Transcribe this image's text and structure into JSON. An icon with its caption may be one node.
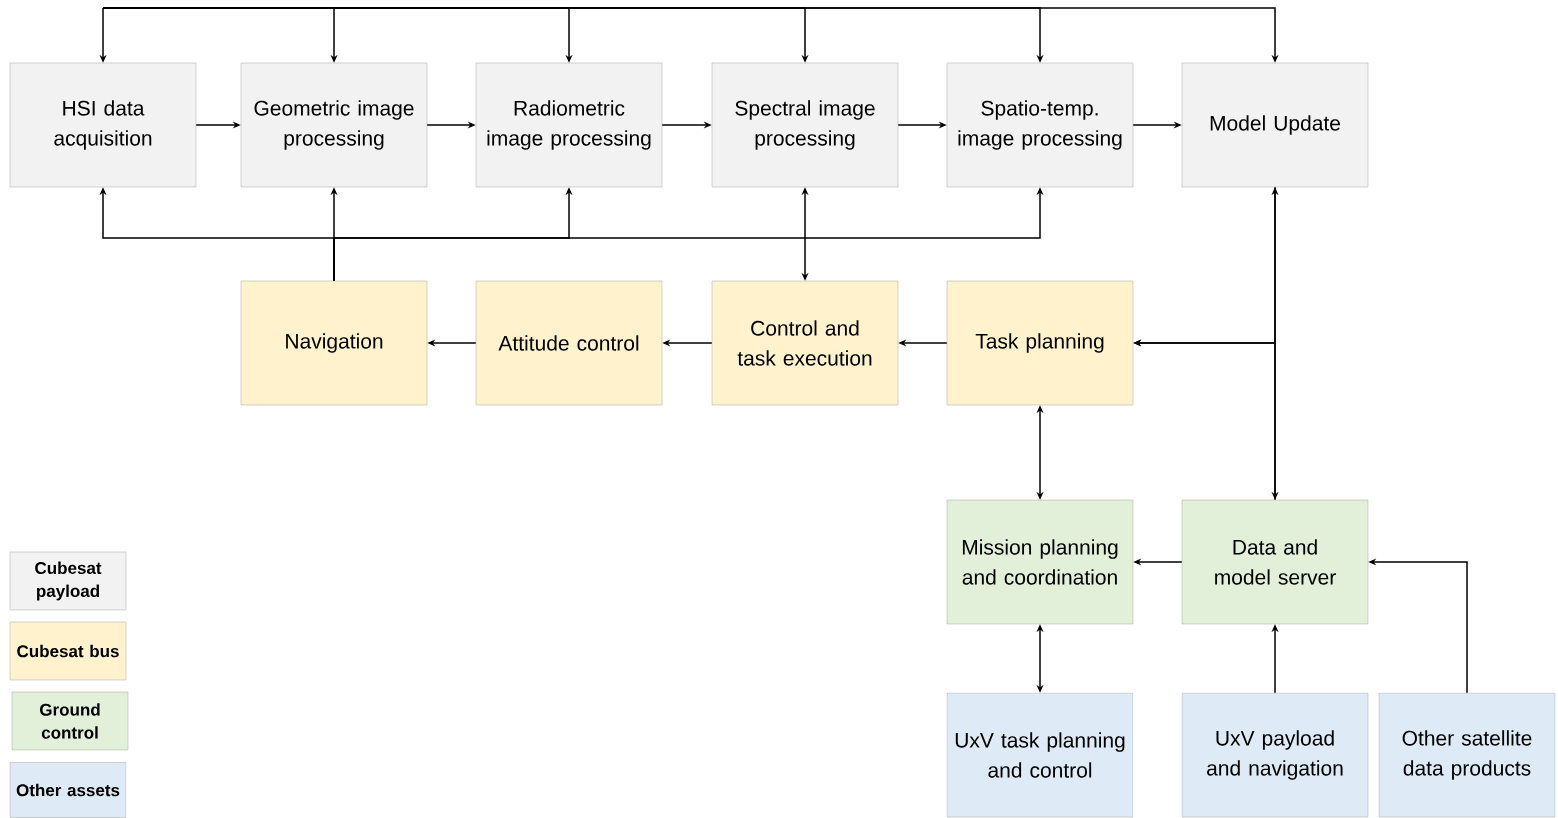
{
  "diagram": {
    "nodes": [
      {
        "text": [
          "HSI data acquisition"
        ]
      },
      {
        "text": [
          "Geometric image processing"
        ]
      },
      {
        "text": [
          "Radiometric image processing"
        ]
      },
      {
        "text": [
          "Spectral image processing"
        ]
      },
      {
        "text": [
          "Spatio-temp. image processing"
        ]
      },
      {
        "text": [
          "Model Update"
        ]
      },
      {
        "text": [
          "Navigation"
        ]
      },
      {
        "text": [
          "Attitude control"
        ]
      },
      {
        "text": [
          "Control and task execution"
        ]
      },
      {
        "text": [
          "Task planning"
        ]
      },
      {
        "text": [
          "Mission planning and coordination"
        ]
      },
      {
        "text": [
          "Data and model server"
        ]
      },
      {
        "text": [
          "UxV task planning and control"
        ]
      },
      {
        "text": [
          "UxV payload and navigation"
        ]
      },
      {
        "text": [
          "Other satellite data products"
        ]
      }
    ],
    "edges": [
      {
        "from": 0,
        "to": 1,
        "arrow": "to"
      },
      {
        "from": 1,
        "to": 2,
        "arrow": "to"
      },
      {
        "from": 2,
        "to": 3,
        "arrow": "to"
      },
      {
        "from": 3,
        "to": 4,
        "arrow": "to"
      },
      {
        "from": 4,
        "to": 5,
        "arrow": "to"
      },
      {
        "from": null,
        "to": 0,
        "arrow": "to"
      },
      {
        "from": null,
        "to": 1,
        "arrow": "to"
      },
      {
        "from": null,
        "to": 2,
        "arrow": "to"
      },
      {
        "from": null,
        "to": 3,
        "arrow": "to"
      },
      {
        "from": null,
        "to": 4,
        "arrow": "to"
      },
      {
        "from": null,
        "to": 5,
        "arrow": "to"
      },
      {
        "from": 6,
        "to": 1,
        "arrow": "to"
      },
      {
        "from": 6,
        "to": 0,
        "arrow": "to"
      },
      {
        "from": 6,
        "to": 2,
        "arrow": "to"
      },
      {
        "from": 6,
        "to": 4,
        "arrow": "to"
      },
      {
        "from": 8,
        "to": 3,
        "arrow": "both"
      },
      {
        "from": 9,
        "to": 8,
        "arrow": "to"
      },
      {
        "from": 8,
        "to": 7,
        "arrow": "to"
      },
      {
        "from": 7,
        "to": 6,
        "arrow": "to"
      },
      {
        "from": 5,
        "to": 11,
        "arrow": "both"
      },
      {
        "from": 5,
        "to": 9,
        "arrow": "to"
      },
      {
        "from": 11,
        "to": 9,
        "arrow": "to"
      },
      {
        "from": 9,
        "to": 10,
        "arrow": "both"
      },
      {
        "from": 11,
        "to": 10,
        "arrow": "to"
      },
      {
        "from": 10,
        "to": 12,
        "arrow": "both"
      },
      {
        "from": 13,
        "to": 11,
        "arrow": "to"
      },
      {
        "from": 14,
        "to": 11,
        "arrow": "to"
      }
    ],
    "legend": [
      {
        "text": "Cubesat payload",
        "color": "#f2f2f2"
      },
      {
        "text": "Cubesat bus",
        "color": "#fff2cc"
      },
      {
        "text": "Ground control",
        "color": "#e2f0d9"
      },
      {
        "text": "Other assets",
        "color": "#deebf7"
      }
    ]
  }
}
